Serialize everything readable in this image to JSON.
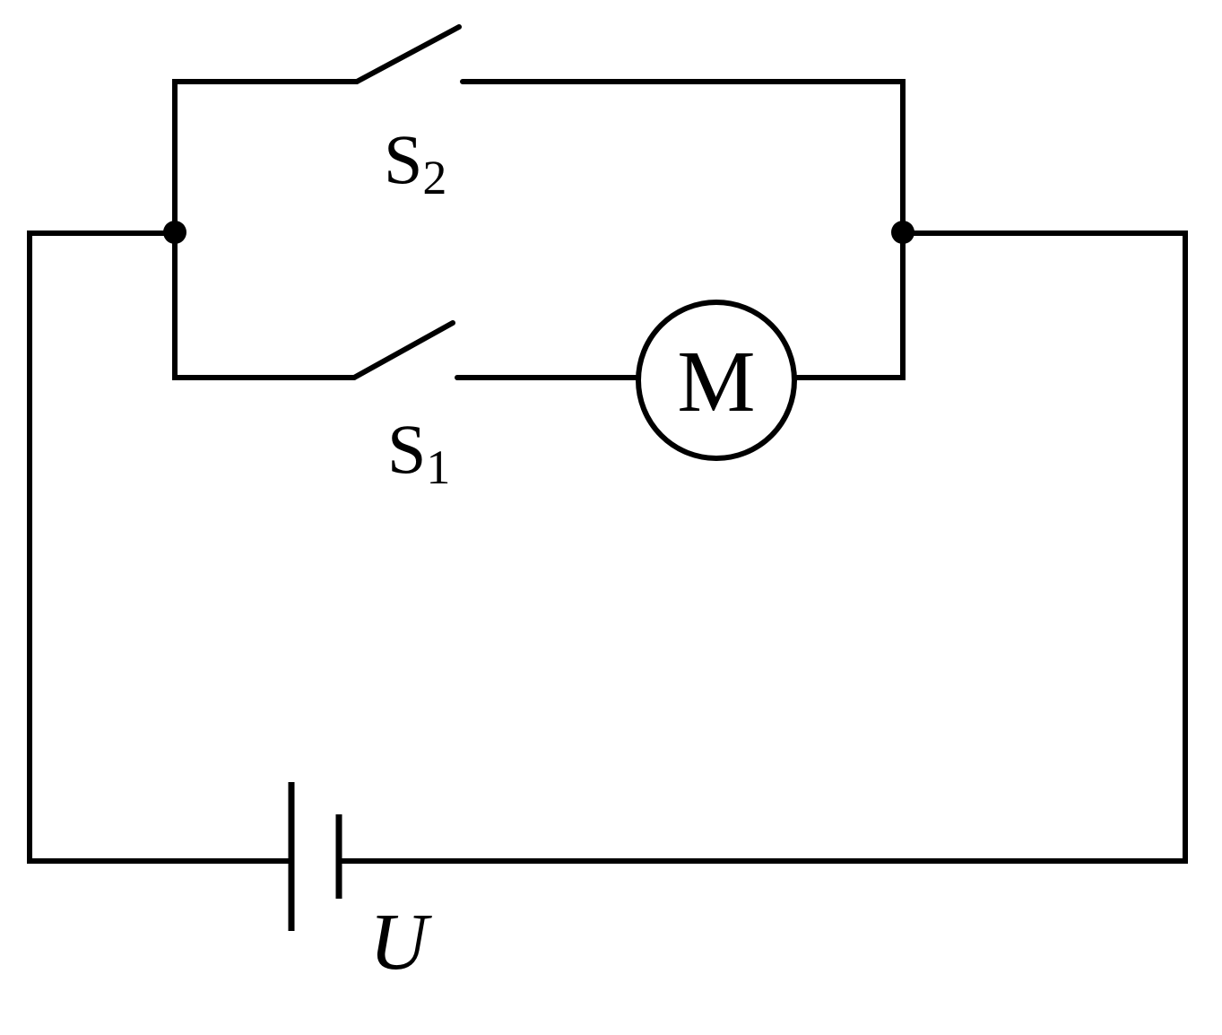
{
  "colors": {
    "line": "#000000",
    "background": "#ffffff"
  },
  "components": {
    "switch_s2": {
      "letter": "S",
      "subscript": "2",
      "state": "open"
    },
    "switch_s1": {
      "letter": "S",
      "subscript": "1",
      "state": "open"
    },
    "motor": {
      "symbol": "M"
    },
    "battery": {
      "label": "U"
    }
  }
}
